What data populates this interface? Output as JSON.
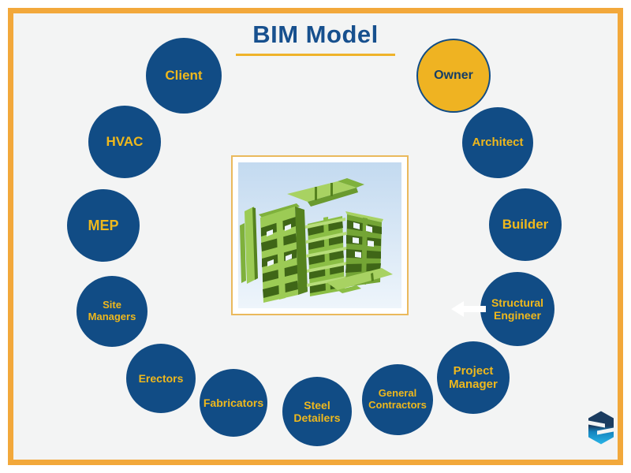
{
  "title": {
    "text": "BIM Model"
  },
  "colors": {
    "frame_border": "#F2A83B",
    "background": "#F3F4F4",
    "circle_fill": "#114C85",
    "circle_label": "#EFB81C",
    "owner_fill": "#EFB322",
    "owner_label": "#153E66",
    "title_text": "#17508E",
    "title_underline": "#EFB32A",
    "building_green": "#9CCB55",
    "logo_navy": "#1B3C60",
    "logo_cyan": "#29B6E8"
  },
  "circles": [
    {
      "id": "client",
      "label": "Client",
      "highlighted": false
    },
    {
      "id": "owner",
      "label": "Owner",
      "highlighted": true
    },
    {
      "id": "hvac",
      "label": "HVAC",
      "highlighted": false
    },
    {
      "id": "architect",
      "label": "Architect",
      "highlighted": false
    },
    {
      "id": "mep",
      "label": "MEP",
      "highlighted": false
    },
    {
      "id": "builder",
      "label": "Builder",
      "highlighted": false
    },
    {
      "id": "site-managers",
      "label": "Site Managers",
      "highlighted": false
    },
    {
      "id": "structural-engineer",
      "label": "Structural Engineer",
      "highlighted": false
    },
    {
      "id": "erectors",
      "label": "Erectors",
      "highlighted": false
    },
    {
      "id": "project-manager",
      "label": "Project Manager",
      "highlighted": false
    },
    {
      "id": "fabricators",
      "label": "Fabricators",
      "highlighted": false
    },
    {
      "id": "general-contractors",
      "label": "General Contractors",
      "highlighted": false
    },
    {
      "id": "steel-detailers",
      "label": "Steel Detailers",
      "highlighted": false
    }
  ],
  "icons": {
    "pointer_arrow": "left-arrow-icon",
    "brand_logo": "s-hexagon-logo",
    "center_image": "bim-building-model"
  }
}
